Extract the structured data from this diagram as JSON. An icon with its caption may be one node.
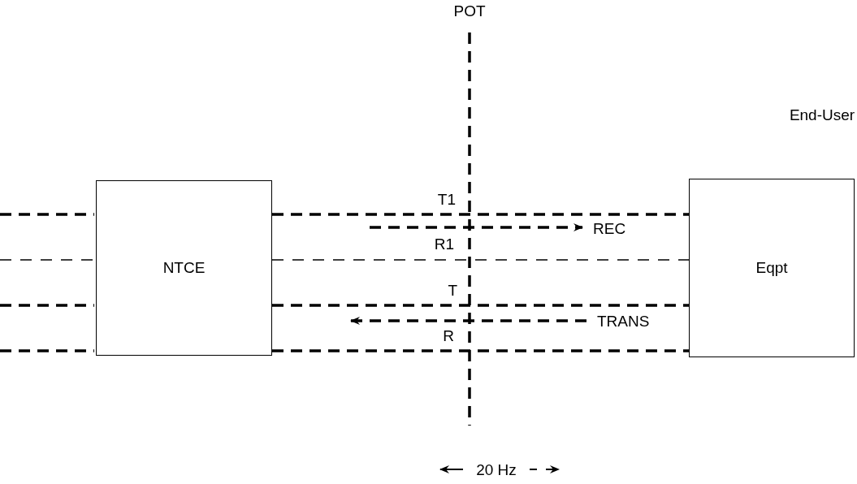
{
  "diagram": {
    "nodes": [
      {
        "text": [
          "NTCE"
        ]
      },
      {
        "text": [
          "Eqpt"
        ]
      }
    ],
    "edges": [
      {
        "from": 0,
        "to": 1,
        "arrow": "none",
        "label": "T1",
        "style": "dashed"
      },
      {
        "from": 0,
        "to": 1,
        "arrow": "none",
        "label": "R1",
        "style": "dashed"
      },
      {
        "from": 0,
        "to": 1,
        "arrow": "none",
        "label": "T",
        "style": "dashed"
      },
      {
        "from": 0,
        "to": 1,
        "arrow": "none",
        "label": "R",
        "style": "dashed"
      }
    ],
    "labels": [
      "POT",
      "End-User",
      "REC",
      "TRANS",
      "20 Hz"
    ]
  }
}
